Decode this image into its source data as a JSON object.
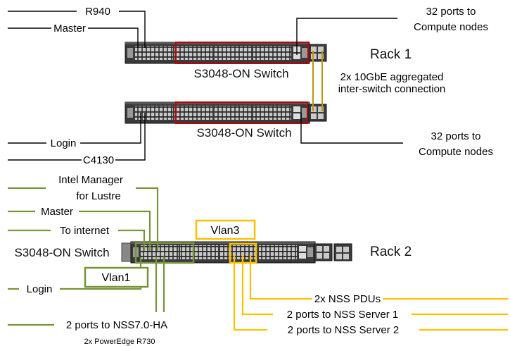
{
  "rack1": {
    "top_switch_label": "S3048-ON Switch",
    "bottom_switch_label": "S3048-ON Switch",
    "rack_label": "Rack 1",
    "left_labels": [
      "R940",
      "Master",
      "Login",
      "C4130"
    ],
    "compute_ports_top": [
      "32 ports to",
      "Compute nodes"
    ],
    "compute_ports_bottom": [
      "32 ports to",
      "Compute nodes"
    ],
    "interswitch": [
      "2x 10GbE aggregated",
      "inter-switch connection"
    ]
  },
  "rack2": {
    "switch_label": "S3048-ON Switch",
    "rack_label": "Rack 2",
    "left_labels": [
      "Intel Manager",
      "for Lustre",
      "Master",
      "To internet",
      "Login"
    ],
    "vlan1": "Vlan1",
    "vlan3": "Vlan3",
    "nss_ha": "2 ports to NSS7.0-HA",
    "poweredge": "2x PowerEdge R730",
    "right_labels": [
      "2x NSS PDUs",
      "2 ports to NSS Server 1",
      "2 ports to NSS Server 2"
    ]
  },
  "colors": {
    "black": "#000000",
    "green": "#77933c",
    "yellow": "#ffc000",
    "red": "#c00000",
    "inter_switch": "#c0960c"
  }
}
